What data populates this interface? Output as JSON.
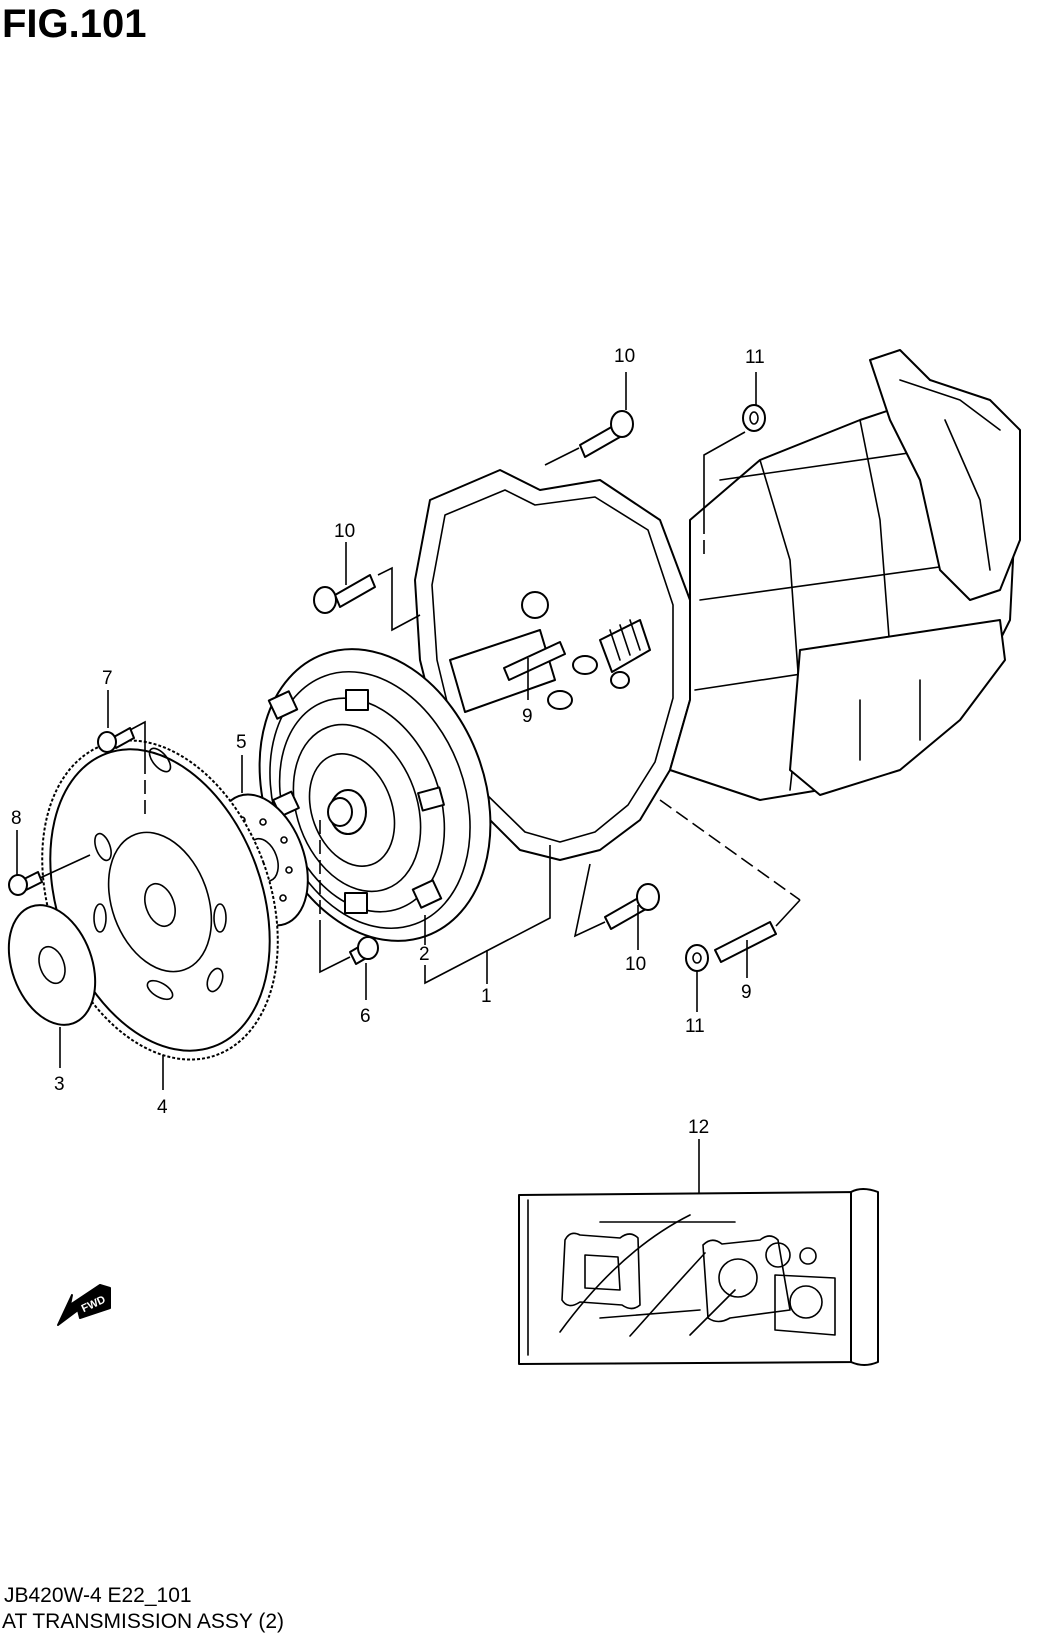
{
  "figure": {
    "title": "FIG.101",
    "code": "JB420W-4 E22_101",
    "name": "AT TRANSMISSION ASSY (2)"
  },
  "callouts": [
    {
      "id": "c10a",
      "label": "10",
      "part": "bolt"
    },
    {
      "id": "c11a",
      "label": "11",
      "part": "nut"
    },
    {
      "id": "c10b",
      "label": "10",
      "part": "bolt"
    },
    {
      "id": "c9a",
      "label": "9",
      "part": "stud"
    },
    {
      "id": "c7",
      "label": "7",
      "part": "bolt"
    },
    {
      "id": "c5",
      "label": "5",
      "part": "plate"
    },
    {
      "id": "c8",
      "label": "8",
      "part": "bolt"
    },
    {
      "id": "c2",
      "label": "2",
      "part": "torque converter"
    },
    {
      "id": "c1",
      "label": "1",
      "part": "transmission assy"
    },
    {
      "id": "c6",
      "label": "6",
      "part": "plug"
    },
    {
      "id": "c10c",
      "label": "10",
      "part": "bolt"
    },
    {
      "id": "c9b",
      "label": "9",
      "part": "stud"
    },
    {
      "id": "c11b",
      "label": "11",
      "part": "nut"
    },
    {
      "id": "c3",
      "label": "3",
      "part": "plate"
    },
    {
      "id": "c4",
      "label": "4",
      "part": "drive plate"
    },
    {
      "id": "c12",
      "label": "12",
      "part": "gasket set"
    }
  ],
  "fwd_arrow": {
    "label": "FWD",
    "icon": "fwd-arrow-icon"
  }
}
